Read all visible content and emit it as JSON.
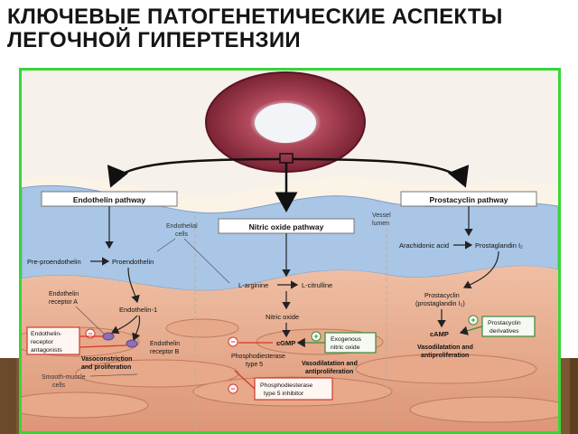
{
  "slide": {
    "title_line1": "КЛЮЧЕВЫЕ ПАТОГЕНЕТИЧЕСКИЕ АСПЕКТЫ",
    "title_line2": "ЛЕГОЧНОЙ ГИПЕРТЕНЗИИ"
  },
  "colors": {
    "frame": "#37d637",
    "endothelium": "#a9c6e6",
    "smooth_muscle": "#e3a585",
    "vessel_cross_section": "#7a2334",
    "inhibitor_red": "#d23a2a",
    "stimulator_green": "#3a8a3a"
  },
  "diagram": {
    "pathways": {
      "endothelin": "Endothelin pathway",
      "nitric_oxide": "Nitric oxide pathway",
      "prostacyclin": "Prostacyclin pathway"
    },
    "labels": {
      "vessel_lumen_1": "Vessel",
      "vessel_lumen_2": "lumen",
      "endothelial_cells_1": "Endothelial",
      "endothelial_cells_2": "cells",
      "pre_proendothelin": "Pre-proendothelin",
      "proendothelin": "Proendothelin",
      "endothelin_receptor_a_1": "Endothelin",
      "endothelin_receptor_a_2": "receptor A",
      "endothelin_1": "Endothelin-1",
      "receptor_antagonists_1": "Endothelin-",
      "receptor_antagonists_2": "receptor",
      "receptor_antagonists_3": "antagonists",
      "endothelin_receptor_b_1": "Endothelin",
      "endothelin_receptor_b_2": "receptor B",
      "vasoconstriction_1": "Vasoconstriction",
      "vasoconstriction_2": "and proliferation",
      "smooth_muscle_cells_1": "Smooth-muscle",
      "smooth_muscle_cells_2": "cells",
      "l_arginine": "L-arginine",
      "l_citrulline": "L-citrulline",
      "nitric_oxide": "Nitric oxide",
      "exogenous_no_1": "Exogenous",
      "exogenous_no_2": "nitric oxide",
      "cgmp": "cGMP",
      "pde5_1": "Phosphodiesterase",
      "pde5_2": "type 5",
      "vasodilatation_no_1": "Vasodilatation and",
      "vasodilatation_no_2": "antiproliferation",
      "pde5_inhibitor_1": "Phosphodiesterase",
      "pde5_inhibitor_2": "type 5 inhibitor",
      "arachidonic_acid": "Arachidonic acid",
      "prostaglandin_i2": "Prostaglandin I₂",
      "prostacyclin_1": "Prostacyclin",
      "prostacyclin_2": "(prostaglandin I₂)",
      "prostacyclin_derivatives_1": "Prostacyclin",
      "prostacyclin_derivatives_2": "derivatives",
      "camp": "cAMP",
      "vasodilatation_pc_1": "Vasodilatation and",
      "vasodilatation_pc_2": "antiproliferation"
    },
    "signs": {
      "minus": "−",
      "plus": "+"
    }
  }
}
